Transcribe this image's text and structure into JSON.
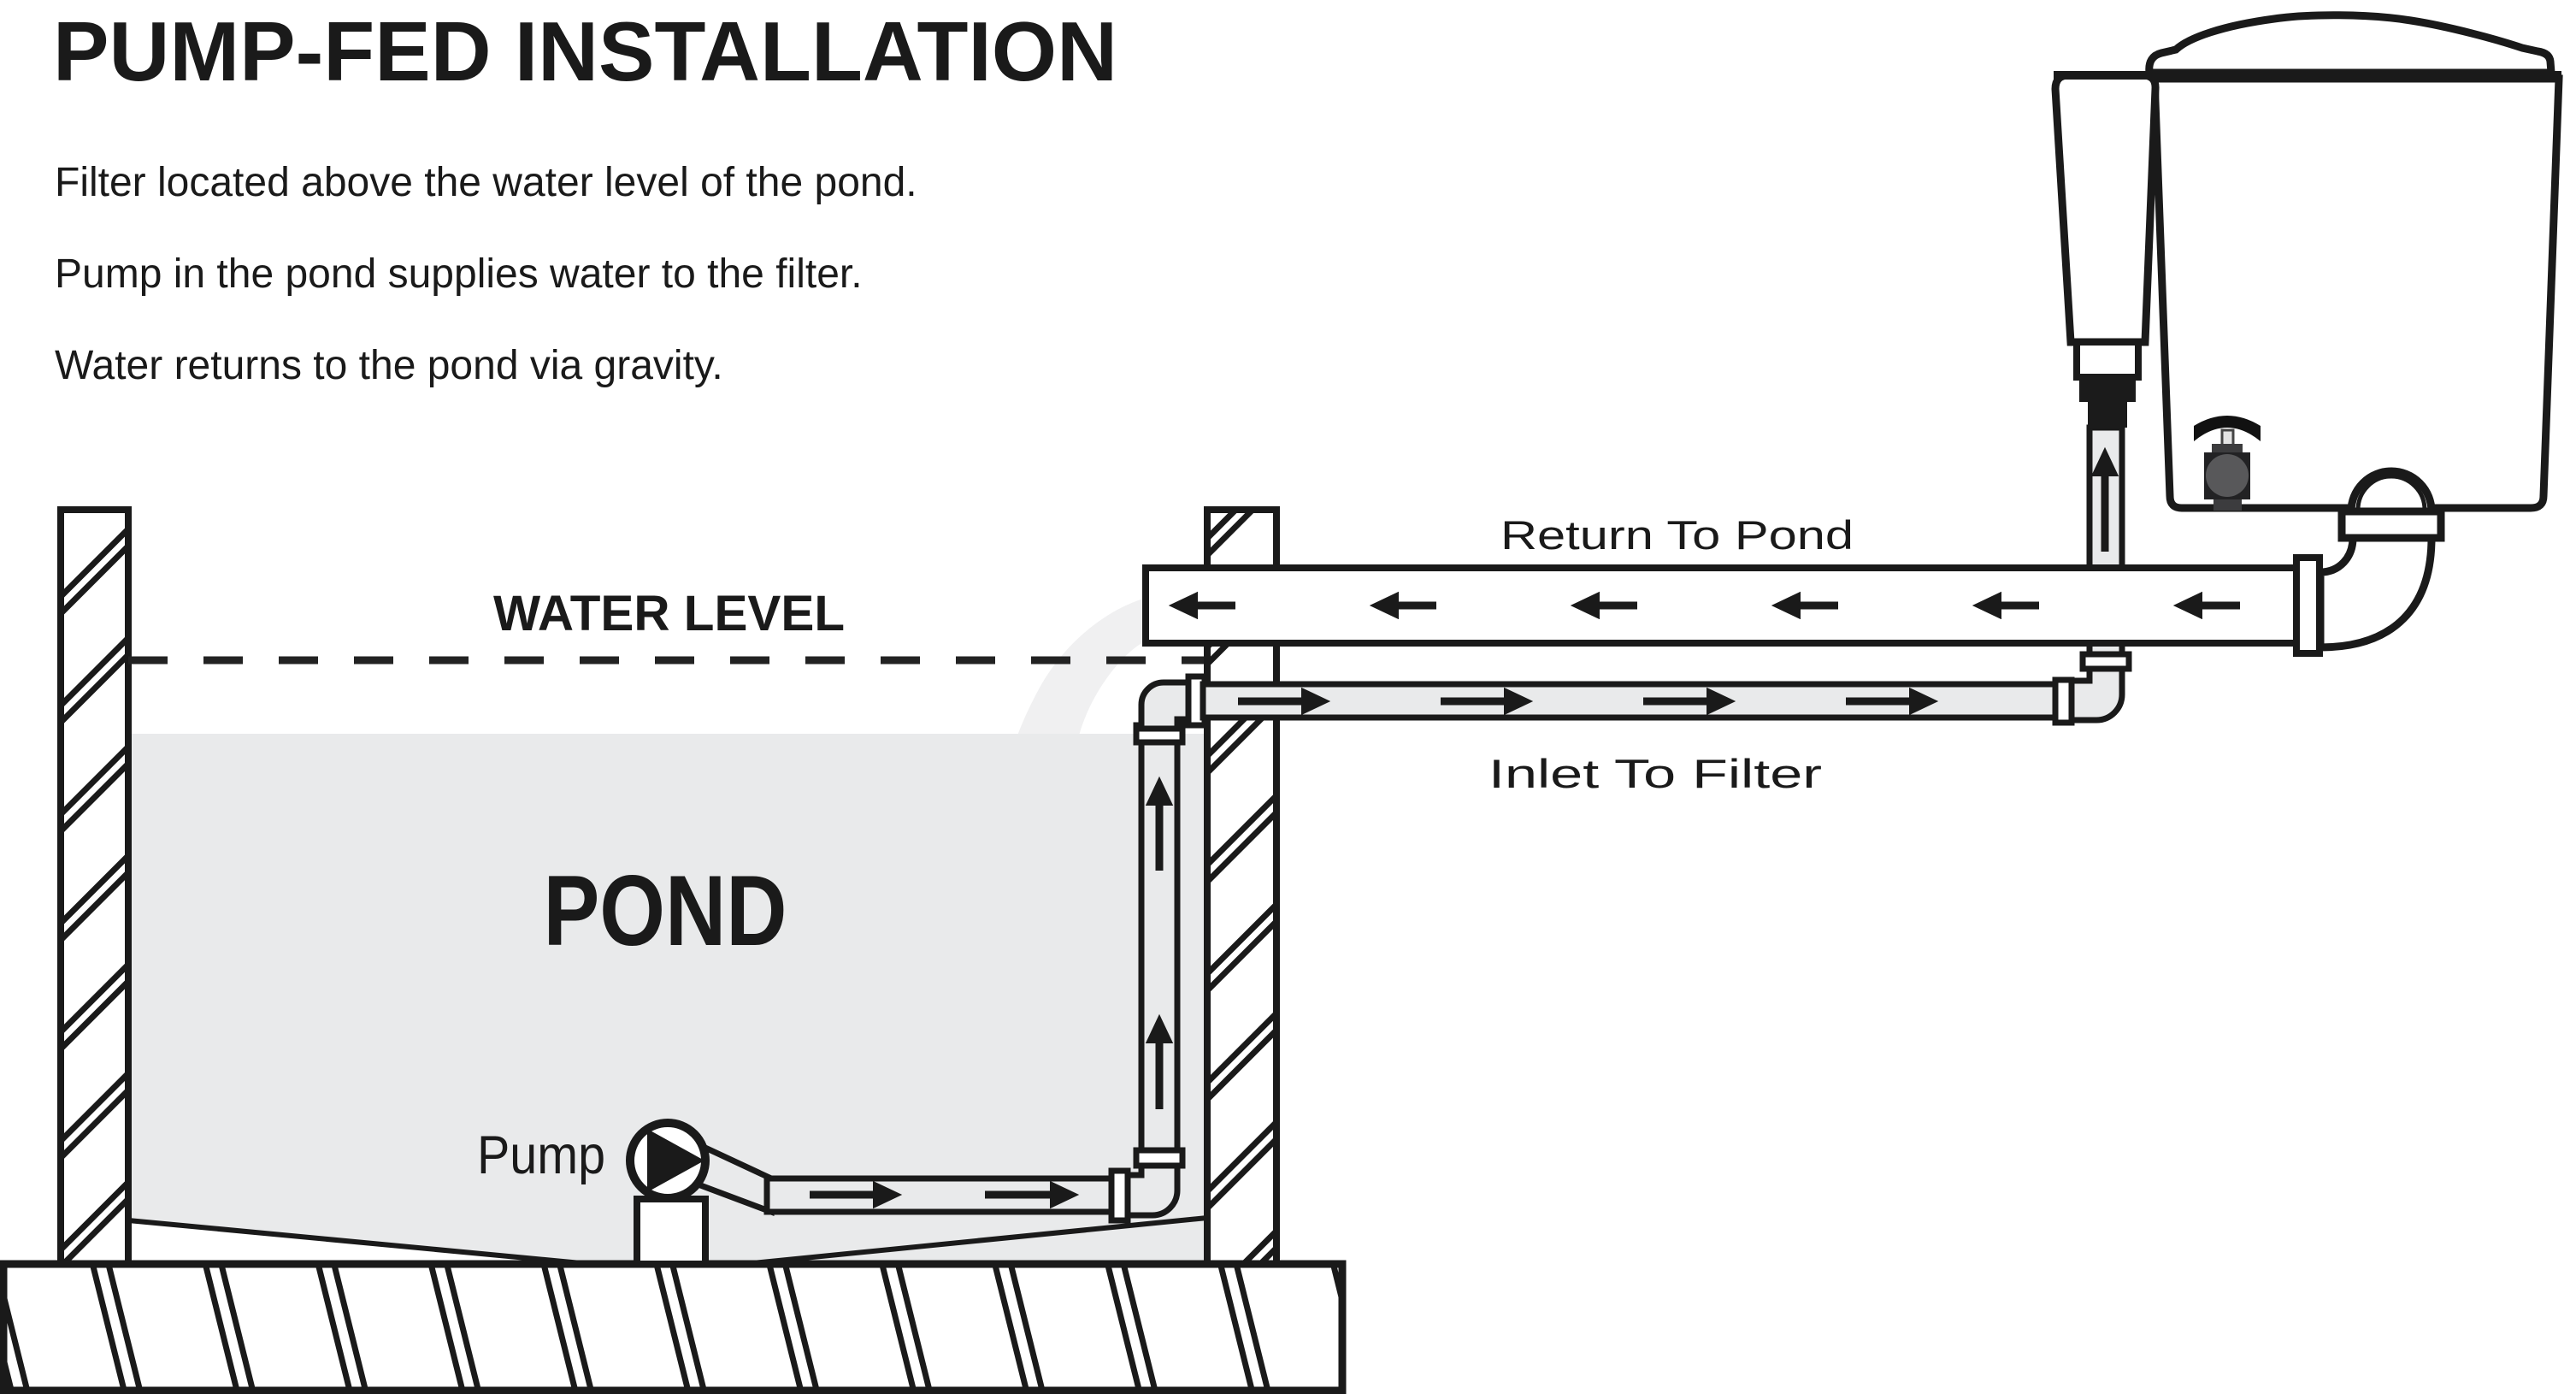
{
  "header": {
    "title": "PUMP-FED INSTALLATION"
  },
  "description": {
    "lines": [
      "Filter located above the water level of the pond.",
      "Pump in the pond supplies water to the filter.",
      "Water returns to the pond via gravity."
    ]
  },
  "pond": {
    "water_level_label": "WATER LEVEL",
    "pond_label": "POND",
    "pump_label": "Pump"
  },
  "pipes": {
    "return_label": "Return To Pond",
    "inlet_label": "Inlet To Filter"
  },
  "flow": {
    "return_arrow_count": 6,
    "inlet_arrow_count": 4,
    "pond_riser_arrow_count": 2,
    "pump_outlet_arrow_count": 2,
    "filter_riser_arrow_count": 1,
    "return_direction": "left",
    "inlet_direction": "right",
    "riser_direction": "up"
  },
  "colors": {
    "ink": "#1a1a1a",
    "water": "#e9eaeb",
    "pipe": "#e9eaeb",
    "waterfall": "#f0f0f1",
    "valve-body": "#222224",
    "valve-ball": "#58585a",
    "valve-trim": "#3c3c3e",
    "valve-stem": "#e3e3e3",
    "bg": "#ffffff"
  }
}
